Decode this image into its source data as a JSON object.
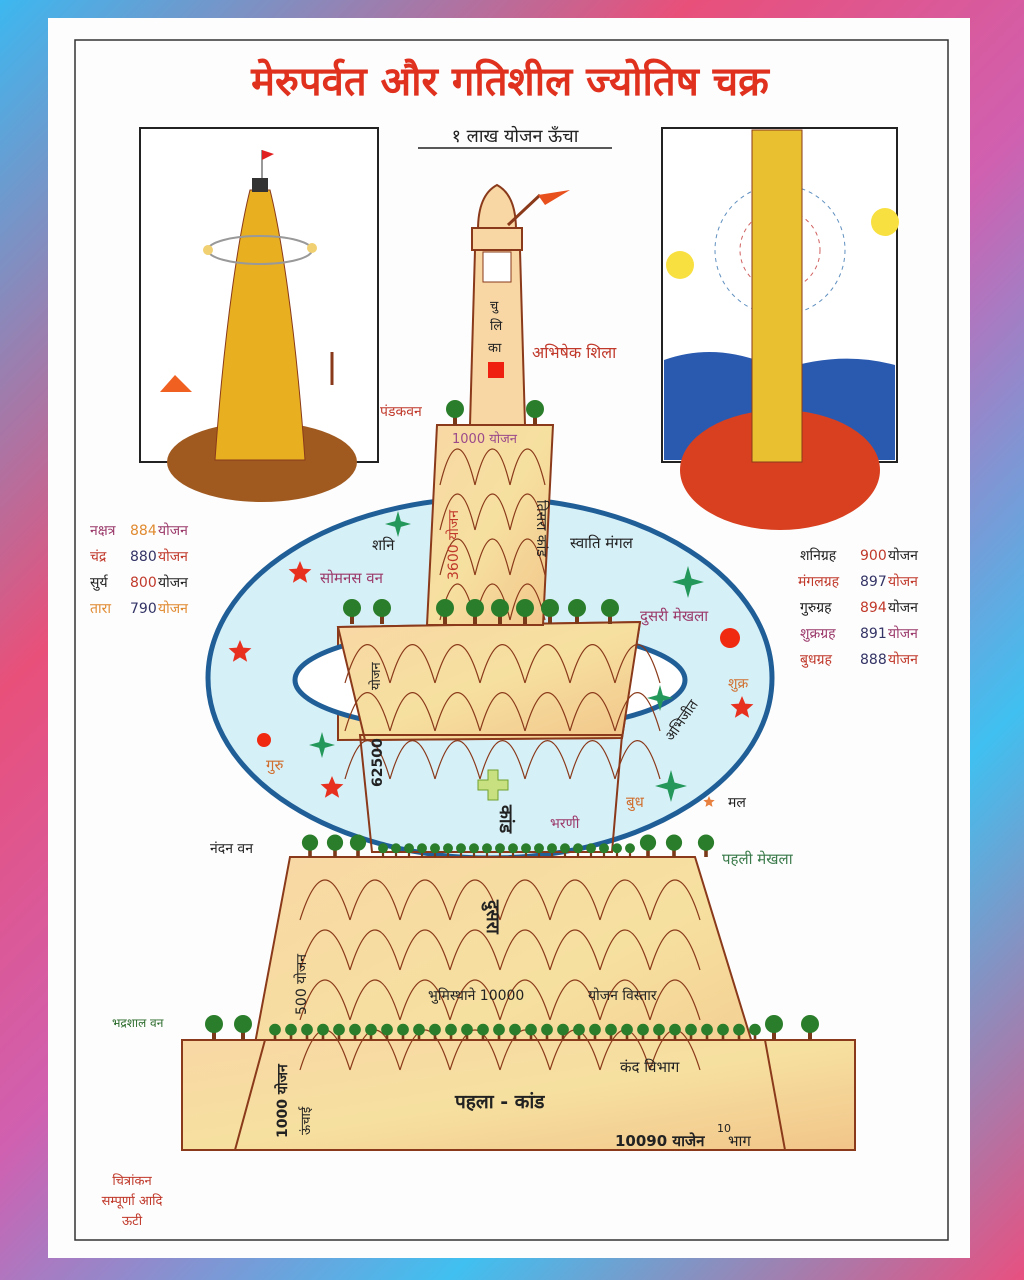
{
  "title": "मेरुपर्वत और गतिशील ज्योतिष चक्र",
  "subtitle": "१ लाख योजन ऊँचा",
  "left_list": [
    {
      "name": "नक्षत्र",
      "value": "884",
      "unit": "योजन"
    },
    {
      "name": "चंद्र",
      "value": "880",
      "unit": "योजन"
    },
    {
      "name": "सुर्य",
      "value": "800",
      "unit": "योजन"
    },
    {
      "name": "तारा",
      "value": "790",
      "unit": "योजन"
    }
  ],
  "right_list": [
    {
      "name": "शनिग्रह",
      "value": "900",
      "unit": "योजन"
    },
    {
      "name": "मंगलग्रह",
      "value": "897",
      "unit": "योजन"
    },
    {
      "name": "गुरुग्रह",
      "value": "894",
      "unit": "योजन"
    },
    {
      "name": "शुक्रग्रह",
      "value": "891",
      "unit": "योजन"
    },
    {
      "name": "बुधग्रह",
      "value": "888",
      "unit": "योजन"
    }
  ],
  "labels": {
    "chulika_1": "चु",
    "chulika_2": "लि",
    "chulika_3": "का",
    "abhishek": "अभिषेक शिला",
    "pandukavan": "पंडकवन",
    "yojan_1000": "1000 योजन",
    "yojan_3600": "3600 योजन",
    "tisra_kand": "तिसरा कांड",
    "shani": "शनि",
    "swati_mangal": "स्वाति मंगल",
    "somanas": "सोमनस वन",
    "dusri_mekhla": "दुसरी मेखला",
    "shukra": "शुक्र",
    "abhijit": "अभिजीत",
    "yojan_mid": "योजन",
    "n62500": "62500",
    "guru": "गुरु",
    "budh": "बुध",
    "mal": "मल",
    "bharani": "भरणी",
    "kand": "कांड",
    "nandan": "नंदन वन",
    "pehli_mekhla": "पहली मेखला",
    "dusra": "दुसरा",
    "yojan_500": "500 योजन",
    "bhumi": "भुमिस्थाने 10000",
    "vistar": "योजन विस्तार",
    "bhadrashal": "भद्रशाल वन",
    "kand_vibhag": "कंद विभाग",
    "pehla_kand": "पहला - कांड",
    "yojan_1000b": "1000 योजन",
    "unchai": "ऊंचाई",
    "n10090": "10090 याजेन",
    "sup10": "10",
    "bhag": "भाग"
  },
  "credit": [
    "चित्रांकन",
    "सम्पूर्णा आदि",
    "ऊटी"
  ],
  "colors": {
    "title": "#e0301e",
    "ring": "#1f5e96",
    "ring_fill": "#d6f0f8",
    "mountain": "#f6cf98",
    "outline": "#8a3a1a",
    "tree": "#2a7d2a"
  }
}
